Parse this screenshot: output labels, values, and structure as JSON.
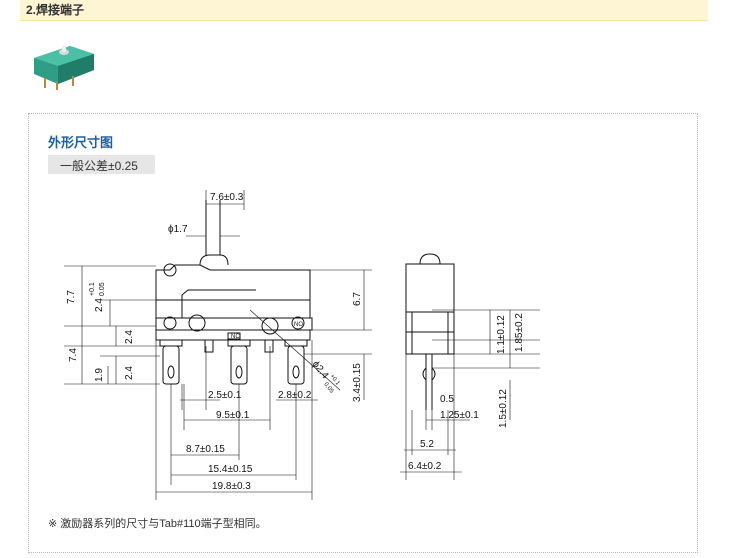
{
  "section": {
    "title": "2.焊接端子"
  },
  "panel": {
    "title": "外形尺寸图",
    "tolerance": "一般公差±0.25",
    "note": "※ 激励器系列的尺寸与Tab#110端子型相同。"
  },
  "front_view": {
    "dim_top": "7.6±0.3",
    "dim_phi": "ϕ1.7",
    "dim_left_height": "7.7",
    "dim_left_tol_main": "2.4",
    "dim_left_tol_sup": "+0.1",
    "dim_left_tol_sub": "0.05",
    "dim_2_4_upper": "2.4",
    "dim_7_4": "7.4",
    "dim_2_4_lower": "2.4",
    "dim_1_9": "1.9",
    "dim_6_7": "6.7",
    "dim_3_4": "3.4±0.15",
    "dim_2_5": "2.5±0.1",
    "dim_9_5": "9.5±0.1",
    "dim_2_8": "2.8±0.2",
    "dim_8_7": "8.7±0.15",
    "dim_15_4": "15.4±0.15",
    "dim_19_8": "19.8±0.3",
    "dim_phi2": "ϕ2.4",
    "dim_phi2_sup": "+0.1",
    "dim_phi2_sub": "0.05",
    "label_nc": "NC",
    "label_no": "NO"
  },
  "side_view": {
    "dim_1_1": "1.1±0.12",
    "dim_1_85": "1.85±0.2",
    "dim_0_5": "0.5",
    "dim_1_25": "1.25±0.1",
    "dim_1_5": "1.5±0.12",
    "dim_5_2": "5.2",
    "dim_6_4": "6.4±0.2"
  }
}
